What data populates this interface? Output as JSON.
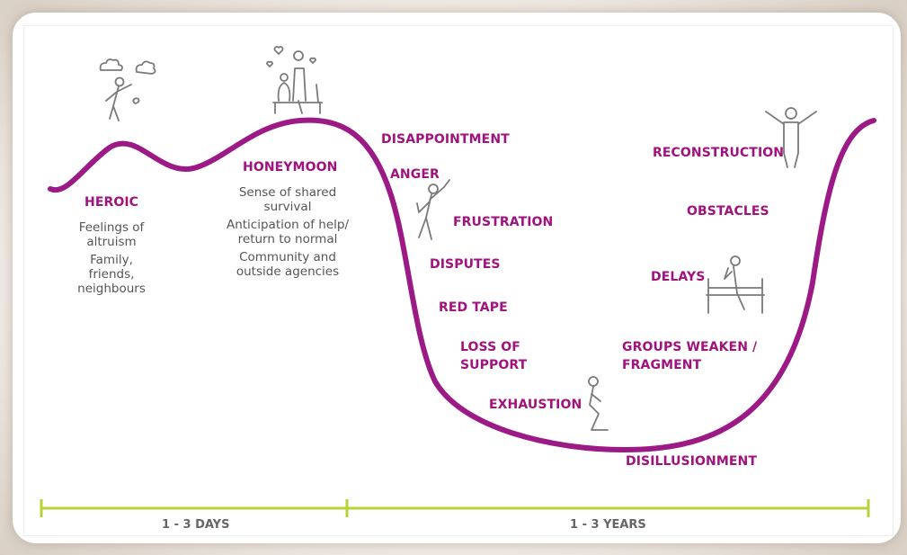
{
  "phases": {
    "heroic": {
      "label": "HEROIC",
      "notes": [
        "Feelings of\naltruism",
        "Family, friends,\nneighbours"
      ]
    },
    "honeymoon": {
      "label": "HONEYMOON",
      "notes": [
        "Sense of shared\nsurvival",
        "Anticipation of help/\nreturn to normal",
        "Community and\noutside agencies"
      ]
    },
    "disappointment": "DISAPPOINTMENT",
    "anger": "ANGER",
    "frustration": "FRUSTRATION",
    "disputes": "DISPUTES",
    "red_tape": "RED TAPE",
    "loss_of_support": "LOSS OF\nSUPPORT",
    "exhaustion": "EXHAUSTION",
    "disillusionment": "DISILLUSIONMENT",
    "groups_weaken": "GROUPS WEAKEN /\nFRAGMENT",
    "delays": "DELAYS",
    "obstacles": "OBSTACLES",
    "reconstruction": "RECONSTRUCTION"
  },
  "timeline": {
    "short": "1 - 3 DAYS",
    "long": "1 - 3 YEARS"
  },
  "colors": {
    "curve": "#9c1a86",
    "label": "#a0127d",
    "timeline": "#b5d334",
    "icon": "#7a7a7a"
  },
  "icons": [
    "celebrating-person-icon",
    "couple-with-hearts-icon",
    "frustrated-person-icon",
    "kneeling-person-icon",
    "person-on-bench-icon",
    "arms-raised-person-icon"
  ]
}
